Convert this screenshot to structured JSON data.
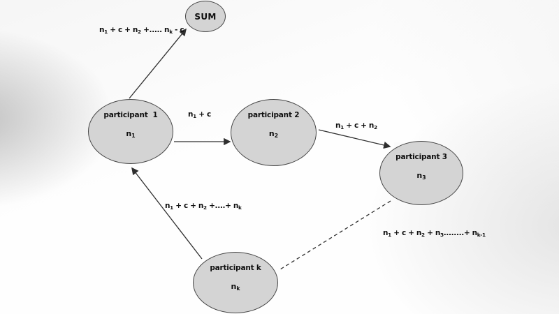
{
  "diagram": {
    "nodes": [
      {
        "id": "sum",
        "label": "SUM"
      },
      {
        "id": "participant-1",
        "title": "participant  1",
        "value": "n{1}"
      },
      {
        "id": "participant-2",
        "title": "participant 2",
        "value": "n{2}"
      },
      {
        "id": "participant-3",
        "title": "participant 3",
        "value": "n{3}"
      },
      {
        "id": "participant-k",
        "title": "participant k",
        "value": "n{k}"
      }
    ],
    "edges": [
      {
        "from": "participant 1",
        "to": "SUM",
        "style": "solid-arrow",
        "label": "n{1} + c + n{2} +..... n{k} - c"
      },
      {
        "from": "participant 1",
        "to": "participant 2",
        "style": "solid-arrow",
        "label": "n{1} + c"
      },
      {
        "from": "participant 2",
        "to": "participant 3",
        "style": "solid-arrow",
        "label": "n{1} + c + n{2}"
      },
      {
        "from": "participant k",
        "to": "participant 1",
        "style": "solid-arrow",
        "label": "n{1} + c + n{2} +....+ n{k}"
      },
      {
        "from": "participant 3",
        "to": "participant k",
        "style": "dashed-line",
        "label": "n{1} + c + n{2} + n{3}........+ n{k-1}"
      }
    ],
    "colors": {
      "node_fill": "#d4d4d4",
      "node_border": "#474747",
      "arrow": "#2f2f2f",
      "text": "#0f0f0f"
    }
  }
}
